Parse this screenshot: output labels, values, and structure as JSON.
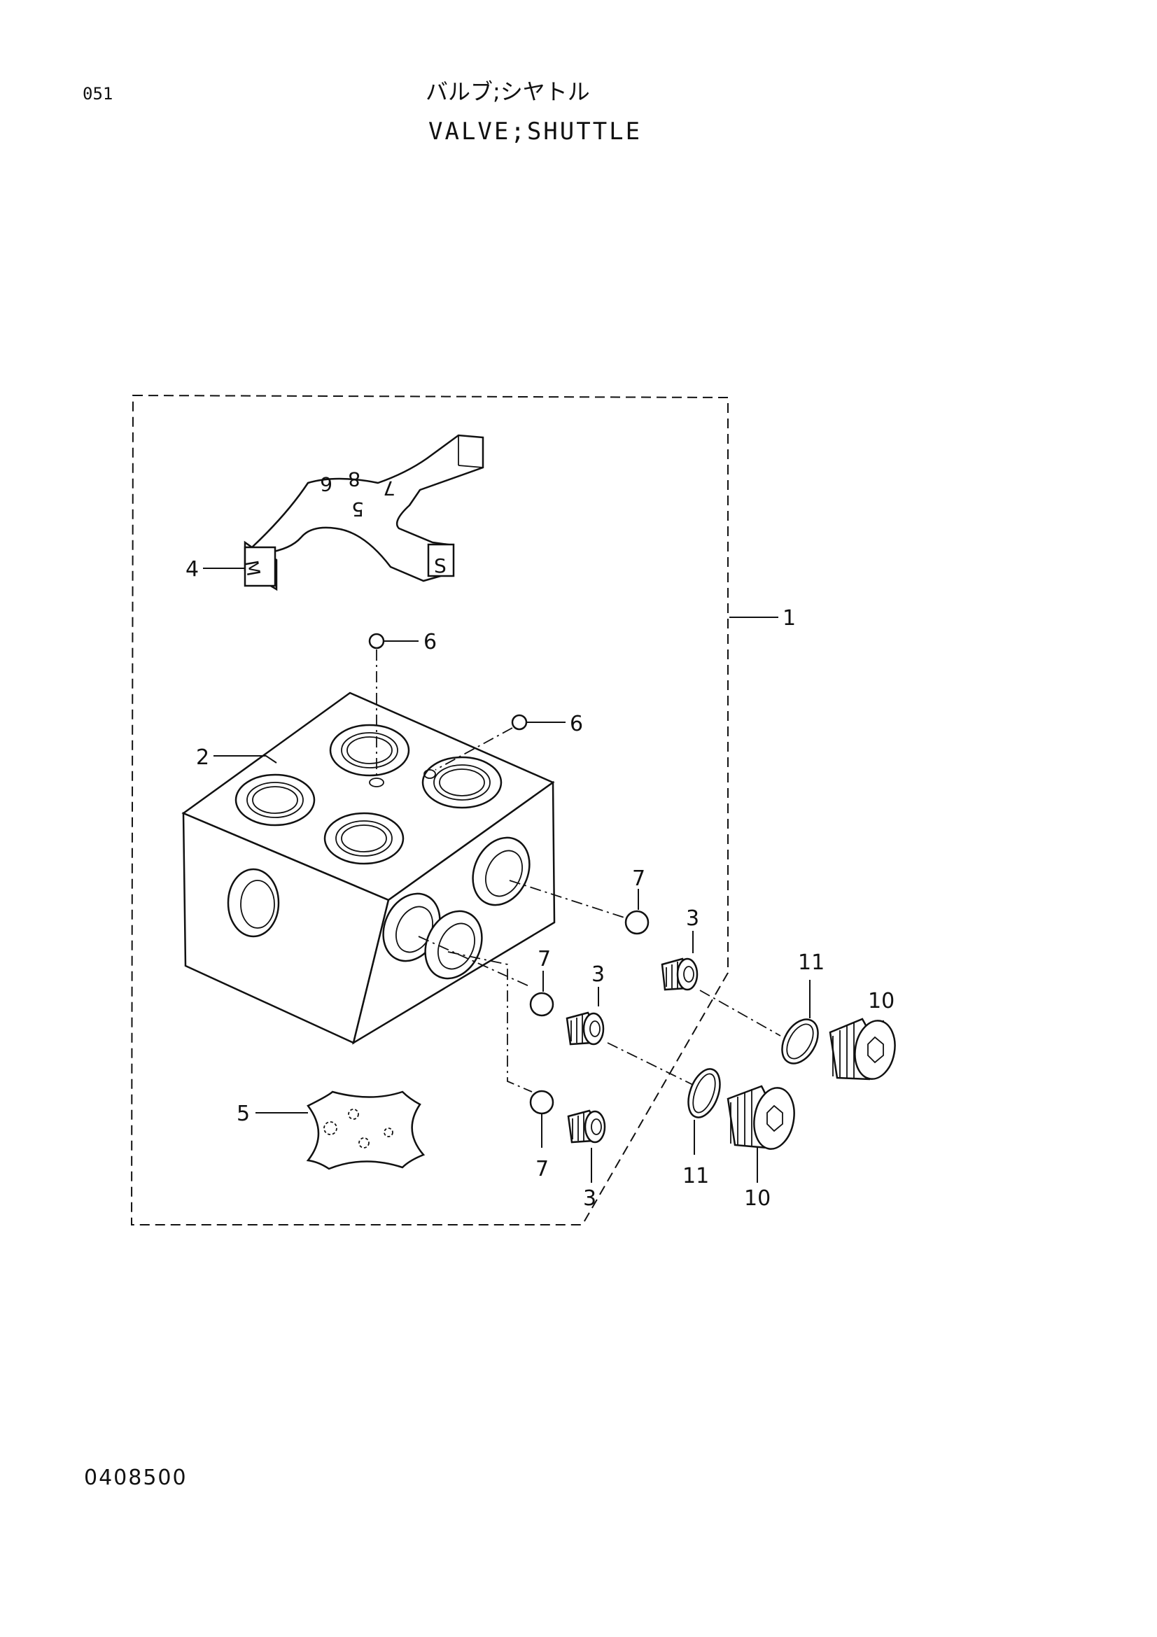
{
  "header": {
    "page_number": "051",
    "title_jp": "バルブ;シヤトル",
    "title_en": "VALVE;SHUTTLE"
  },
  "footer": {
    "code": "0408500"
  },
  "diagram": {
    "callouts": {
      "assembly": "1",
      "body": "2",
      "plug_a": "3",
      "plug_b": "3",
      "plug_c": "3",
      "plate_top": "4",
      "plate_bottom": "5",
      "ball_top": "6",
      "ball_side": "6",
      "ball_a": "7",
      "ball_b": "7",
      "ball_c": "7",
      "plug_large_a": "10",
      "plug_large_b": "10",
      "oring_a": "11",
      "oring_b": "11"
    },
    "plate_top_marks": {
      "m": "M",
      "s": "S",
      "n6": "6",
      "n7": "7",
      "n8": "8",
      "n5": "5"
    }
  }
}
